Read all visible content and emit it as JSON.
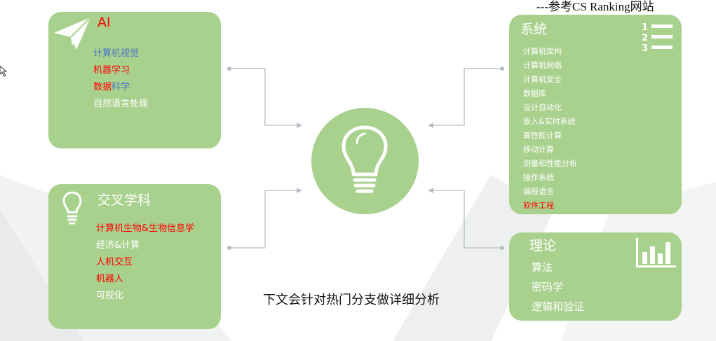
{
  "header_note": "---参考CS Ranking网站",
  "caption": "下文会针对热门分支做详细分析",
  "colors": {
    "card": "#a9d18e",
    "accent_red": "#ff0000",
    "accent_blue": "#4472c4",
    "connector": "#b4bcc8"
  },
  "hub": {
    "icon": "lightbulb-icon"
  },
  "cards": {
    "ai": {
      "title": "AI",
      "icon": "paper-plane-icon",
      "items": [
        {
          "parts": [
            {
              "text": "计算机视觉",
              "color": "blue"
            }
          ]
        },
        {
          "parts": [
            {
              "text": "机器学习",
              "color": "red"
            }
          ]
        },
        {
          "parts": [
            {
              "text": "数据",
              "color": "red"
            },
            {
              "text": "科学",
              "color": "blue"
            }
          ]
        },
        {
          "parts": [
            {
              "text": "自然语言处理",
              "color": "white"
            }
          ]
        }
      ]
    },
    "cross": {
      "title": "交叉学科",
      "icon": "lightbulb-icon",
      "items": [
        {
          "parts": [
            {
              "text": "计算机生物&生物信息学",
              "color": "red"
            }
          ]
        },
        {
          "parts": [
            {
              "text": "经济&计算",
              "color": "white"
            }
          ]
        },
        {
          "parts": [
            {
              "text": "人机交互",
              "color": "red"
            }
          ]
        },
        {
          "parts": [
            {
              "text": "机器人",
              "color": "red"
            }
          ]
        },
        {
          "parts": [
            {
              "text": "可视化",
              "color": "white"
            }
          ]
        }
      ]
    },
    "systems": {
      "title": "系统",
      "icon": "numbered-list-icon",
      "items": [
        {
          "parts": [
            {
              "text": "计算机架构",
              "color": "white"
            }
          ]
        },
        {
          "parts": [
            {
              "text": "计算机网络",
              "color": "white"
            }
          ]
        },
        {
          "parts": [
            {
              "text": "计算机安全",
              "color": "white"
            }
          ]
        },
        {
          "parts": [
            {
              "text": "数据库",
              "color": "white"
            }
          ]
        },
        {
          "parts": [
            {
              "text": "设计自动化",
              "color": "white"
            }
          ]
        },
        {
          "parts": [
            {
              "text": "嵌入&实时系统",
              "color": "white"
            }
          ]
        },
        {
          "parts": [
            {
              "text": "高性能计算",
              "color": "white"
            }
          ]
        },
        {
          "parts": [
            {
              "text": "移动计算",
              "color": "white"
            }
          ]
        },
        {
          "parts": [
            {
              "text": "测量和性能分析",
              "color": "white"
            }
          ]
        },
        {
          "parts": [
            {
              "text": "操作系统",
              "color": "white"
            }
          ]
        },
        {
          "parts": [
            {
              "text": "编程语言",
              "color": "white"
            }
          ]
        },
        {
          "parts": [
            {
              "text": "软件工程",
              "color": "red"
            }
          ]
        }
      ]
    },
    "theory": {
      "title": "理论",
      "icon": "bar-chart-icon",
      "items": [
        {
          "parts": [
            {
              "text": "算法",
              "color": "white"
            }
          ]
        },
        {
          "parts": [
            {
              "text": "密码学",
              "color": "white"
            }
          ]
        },
        {
          "parts": [
            {
              "text": "逻辑和验证",
              "color": "white"
            }
          ]
        }
      ]
    }
  }
}
